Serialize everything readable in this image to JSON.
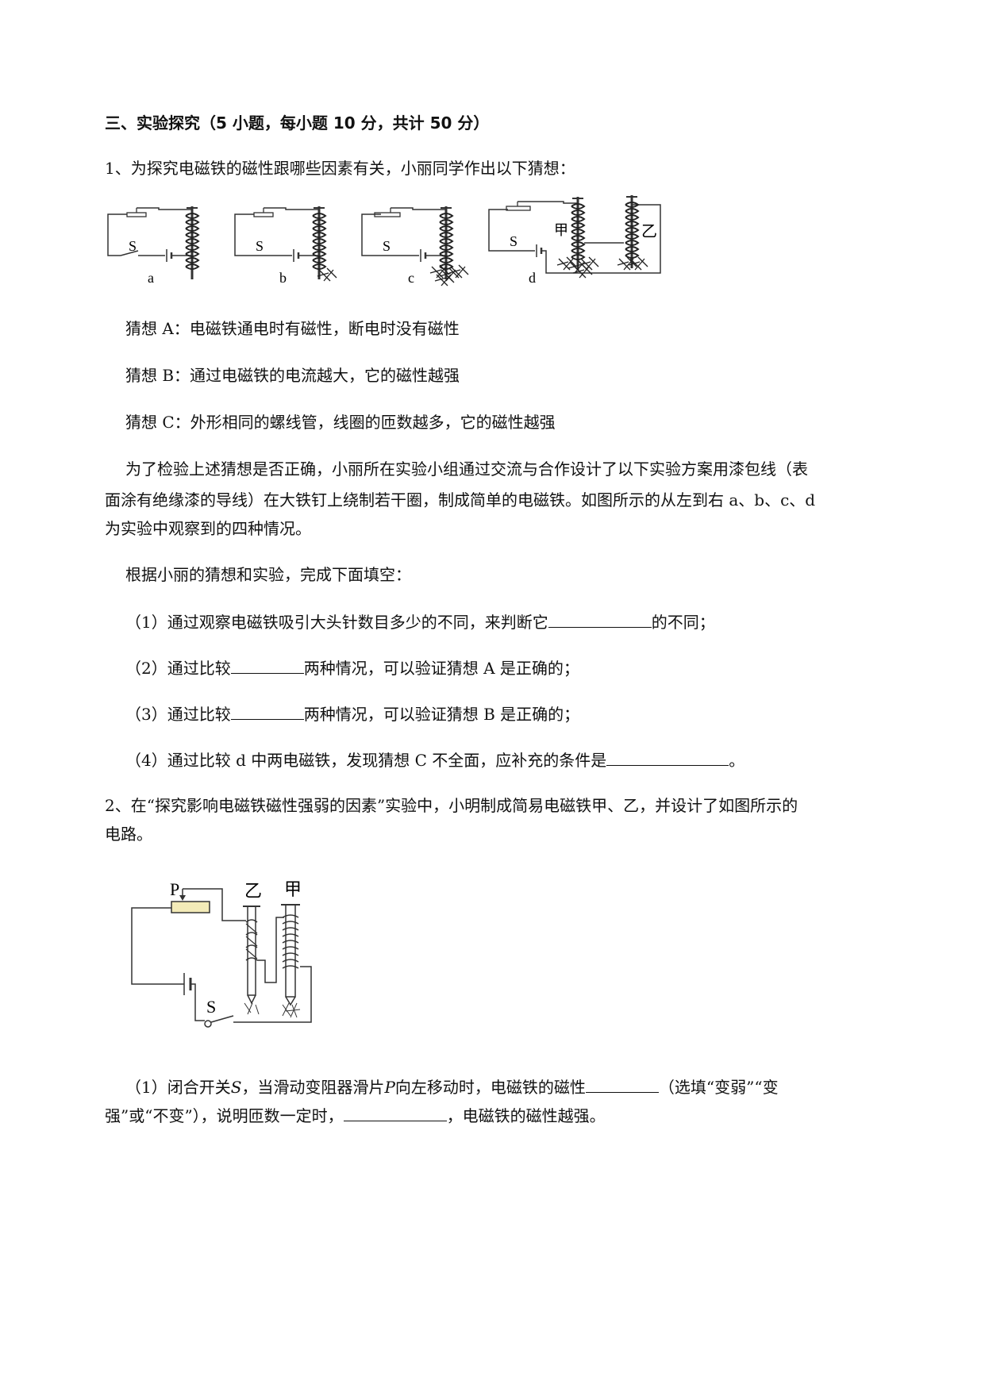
{
  "section": {
    "title": "三、实验探究（5 小题，每小题 10 分，共计 50 分）"
  },
  "q1": {
    "intro": "1、为探究电磁铁的磁性跟哪些因素有关，小丽同学作出以下猜想：",
    "figure": {
      "switch_label": "S",
      "panel_labels": [
        "a",
        "b",
        "c",
        "d"
      ],
      "coil_labels": [
        "甲",
        "乙"
      ]
    },
    "hypotheses": [
      "猜想 A：电磁铁通电时有磁性，断电时没有磁性",
      "猜想 B：通过电磁铁的电流越大，它的磁性越强",
      "猜想 C：外形相同的螺线管，线圈的匝数越多，它的磁性越强"
    ],
    "design_lines": [
      "为了检验上述猜想是否正确，小丽所在实验小组通过交流与合作设计了以下实验方案用漆包线（表",
      "面涂有绝缘漆的导线）在大铁钉上绕制若干圈，制成简单的电磁铁。如图所示的从左到右 a、b、c、d",
      "为实验中观察到的四种情况。"
    ],
    "task": "根据小丽的猜想和实验，完成下面填空：",
    "items": [
      {
        "before": "（1）通过观察电磁铁吸引大头针数目多少的不同，来判断它",
        "after": "的不同；"
      },
      {
        "before": "（2）通过比较",
        "after": "两种情况，可以验证猜想 A 是正确的；"
      },
      {
        "before": "（3）通过比较",
        "after": "两种情况，可以验证猜想 B 是正确的；"
      },
      {
        "before": "（4）通过比较 d 中两电磁铁，发现猜想 C 不全面，应补充的条件是",
        "after": "。"
      }
    ]
  },
  "q2": {
    "intro_lines": [
      "2、在“探究影响电磁铁磁性强弱的因素”实验中，小明制成简易电磁铁甲、乙，并设计了如图所示的",
      "电路。"
    ],
    "figure": {
      "slider_label": "P",
      "switch_label": "S",
      "coil_labels": [
        "乙",
        "甲"
      ]
    },
    "item1": {
      "part1": "（1）闭合开关",
      "var_s": "S",
      "part2": "，当滑动变阻器滑片",
      "var_p": "P",
      "part3": "向左移动时，电磁铁的磁性",
      "part4": "（选填“变弱”“变",
      "line2_before": "强”或“不变”），说明匝数一定时，",
      "line2_after": "，电磁铁的磁性越强。"
    }
  }
}
